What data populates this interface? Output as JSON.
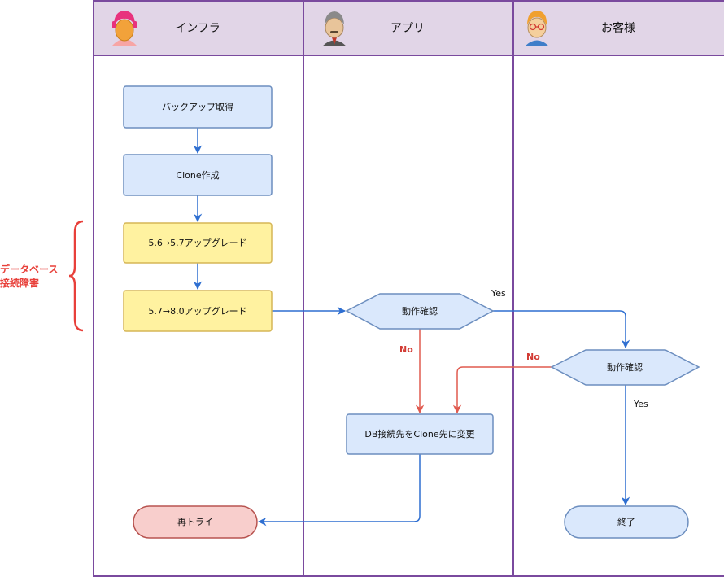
{
  "lanes": [
    {
      "title": "インフラ",
      "avatar": "woman-red-hair-avatar"
    },
    {
      "title": "アプリ",
      "avatar": "man-gray-hair-suit-avatar"
    },
    {
      "title": "お客様",
      "avatar": "man-orange-hair-glasses-avatar"
    }
  ],
  "nodes": {
    "backup": "バックアップ取得",
    "clone": "Clone作成",
    "upgrade1": "5.6→5.7アップグレード",
    "upgrade2": "5.7→8.0アップグレード",
    "check_app": "動作確認",
    "check_customer": "動作確認",
    "change_db": "DB接続先をClone先に変更",
    "retry": "再トライ",
    "end": "終了"
  },
  "edge_labels": {
    "app_yes": "Yes",
    "app_no": "No",
    "customer_no": "No",
    "customer_yes": "Yes"
  },
  "side_note": {
    "line1": "データベース",
    "line2": "接続障害"
  },
  "colors": {
    "lane_header": "#e1d5e7",
    "lane_border": "#7a4a9e",
    "process_fill": "#dae8fc",
    "process_stroke": "#6c8ebf",
    "highlight_fill": "#fff2a0",
    "highlight_stroke": "#d6b656",
    "retry_fill": "#f8cecc",
    "retry_stroke": "#b85450",
    "flow_blue": "#2f6fd1",
    "flow_red": "#e05a4f"
  }
}
